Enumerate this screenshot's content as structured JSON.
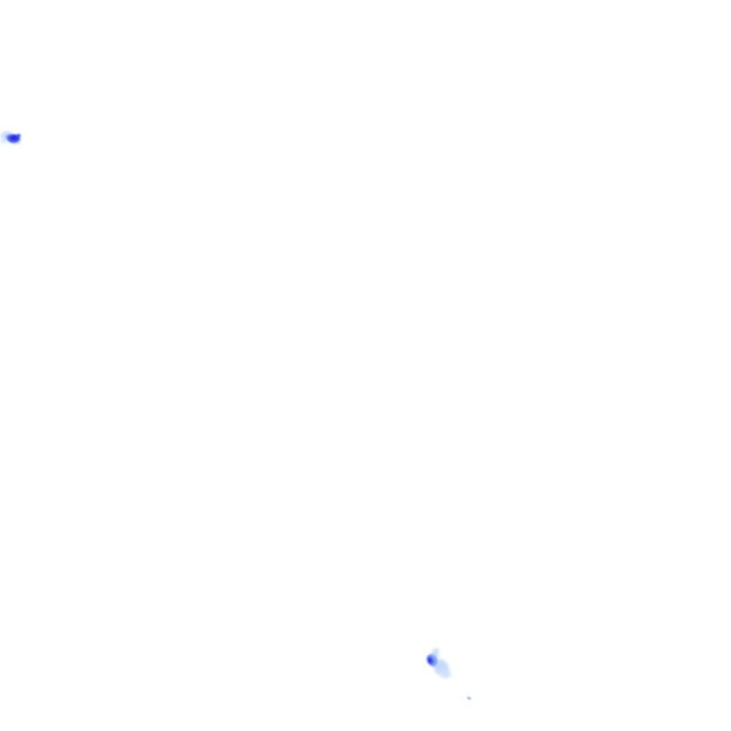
{
  "map": {
    "background_color": "#ffffff",
    "palette": {
      "light": "#b8d4f7",
      "medium": "#7fa3f0",
      "strong": "#4a5ff2",
      "core": "#2f2ae6"
    },
    "echoes": [
      {
        "name": "echo-cluster-northwest",
        "intensity": "strong"
      },
      {
        "name": "echo-cluster-south",
        "intensity": "moderate"
      },
      {
        "name": "echo-speck-south",
        "intensity": "light"
      }
    ]
  }
}
